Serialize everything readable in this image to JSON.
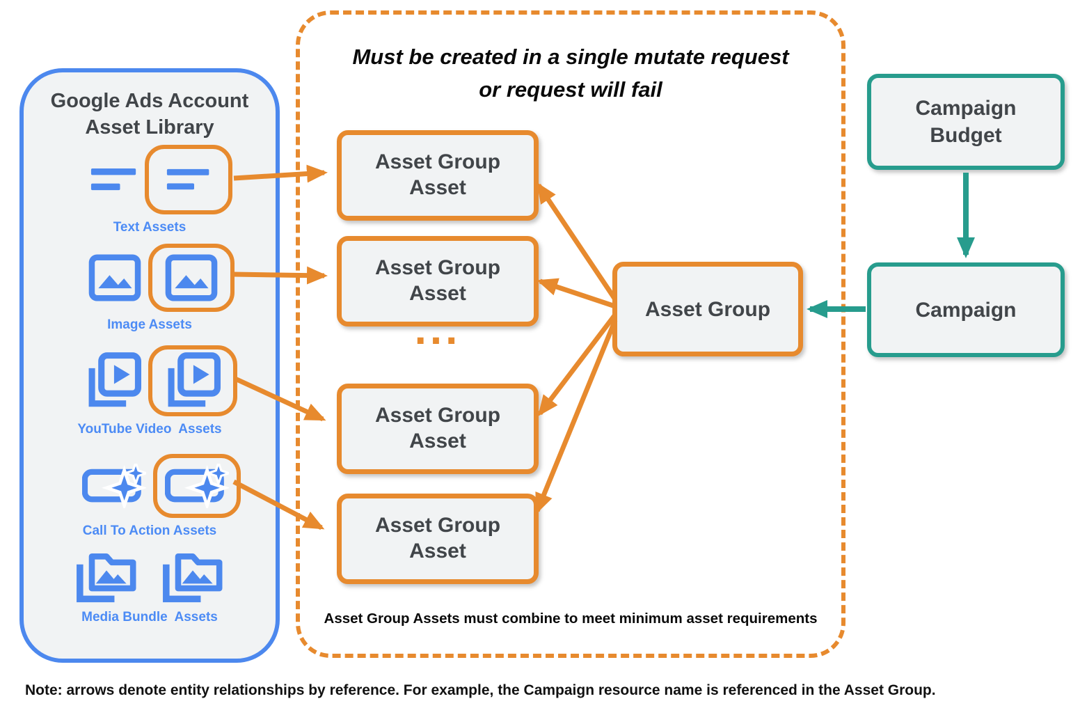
{
  "palette": {
    "blue": "#4c88ee",
    "orange": "#e78a2e",
    "teal": "#279c8d",
    "box_fill": "#f1f3f4",
    "text_dark": "#414549",
    "label_blue": "#4c8bf5",
    "note_black": "#111111"
  },
  "library": {
    "title": [
      "Google Ads Account",
      "Asset Library"
    ],
    "items": [
      {
        "label": "Text Assets",
        "icon": "text-lines-icon"
      },
      {
        "label": "Image Assets",
        "icon": "image-icon"
      },
      {
        "label": "YouTube Video  Assets",
        "icon": "youtube-video-icon"
      },
      {
        "label": "Call To Action Assets",
        "icon": "call-to-action-icon"
      },
      {
        "label": "Media Bundle  Assets",
        "icon": "media-bundle-icon"
      }
    ]
  },
  "mutate_box": {
    "title": [
      "Must be created in a single mutate request",
      "or request will fail"
    ],
    "boxes": [
      {
        "line1": "Asset Group",
        "line2": "Asset"
      },
      {
        "line1": "Asset Group",
        "line2": "Asset"
      },
      {
        "line1": "Asset Group",
        "line2": "Asset"
      },
      {
        "line1": "Asset Group",
        "line2": "Asset"
      }
    ],
    "ellipsis": "...",
    "footnote": "Asset Group Assets must combine to meet minimum asset requirements"
  },
  "nodes": {
    "asset_group": {
      "label": "Asset Group"
    },
    "campaign_budget": {
      "line1": "Campaign",
      "line2": "Budget"
    },
    "campaign": {
      "label": "Campaign"
    }
  },
  "note": "Note: arrows denote entity relationships by reference. For example, the Campaign resource name is referenced in the Asset Group."
}
